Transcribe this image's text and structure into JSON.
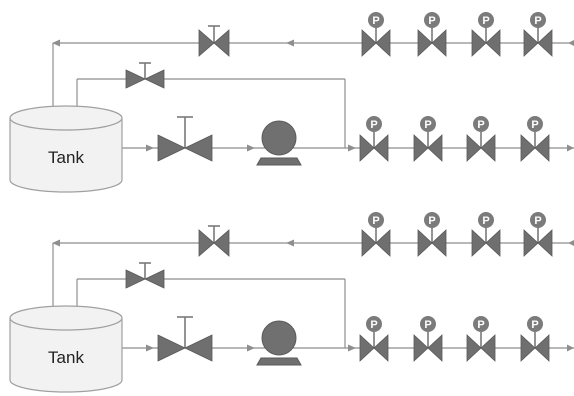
{
  "colors": {
    "pipe": "#8e8e8e",
    "valve": "#6f6f6f",
    "pump": "#707070",
    "badge": "#7b7b7b",
    "tank_fill": "#f2f2f2"
  },
  "systems": [
    {
      "tank": {
        "label": "Tank"
      },
      "feed_valves": [
        {
          "badge": "P"
        },
        {
          "badge": "P"
        },
        {
          "badge": "P"
        },
        {
          "badge": "P"
        }
      ],
      "return_valves": [
        {
          "badge": "P"
        },
        {
          "badge": "P"
        },
        {
          "badge": "P"
        },
        {
          "badge": "P"
        }
      ]
    },
    {
      "tank": {
        "label": "Tank"
      },
      "feed_valves": [
        {
          "badge": "P"
        },
        {
          "badge": "P"
        },
        {
          "badge": "P"
        },
        {
          "badge": "P"
        }
      ],
      "return_valves": [
        {
          "badge": "P"
        },
        {
          "badge": "P"
        },
        {
          "badge": "P"
        },
        {
          "badge": "P"
        }
      ]
    }
  ]
}
